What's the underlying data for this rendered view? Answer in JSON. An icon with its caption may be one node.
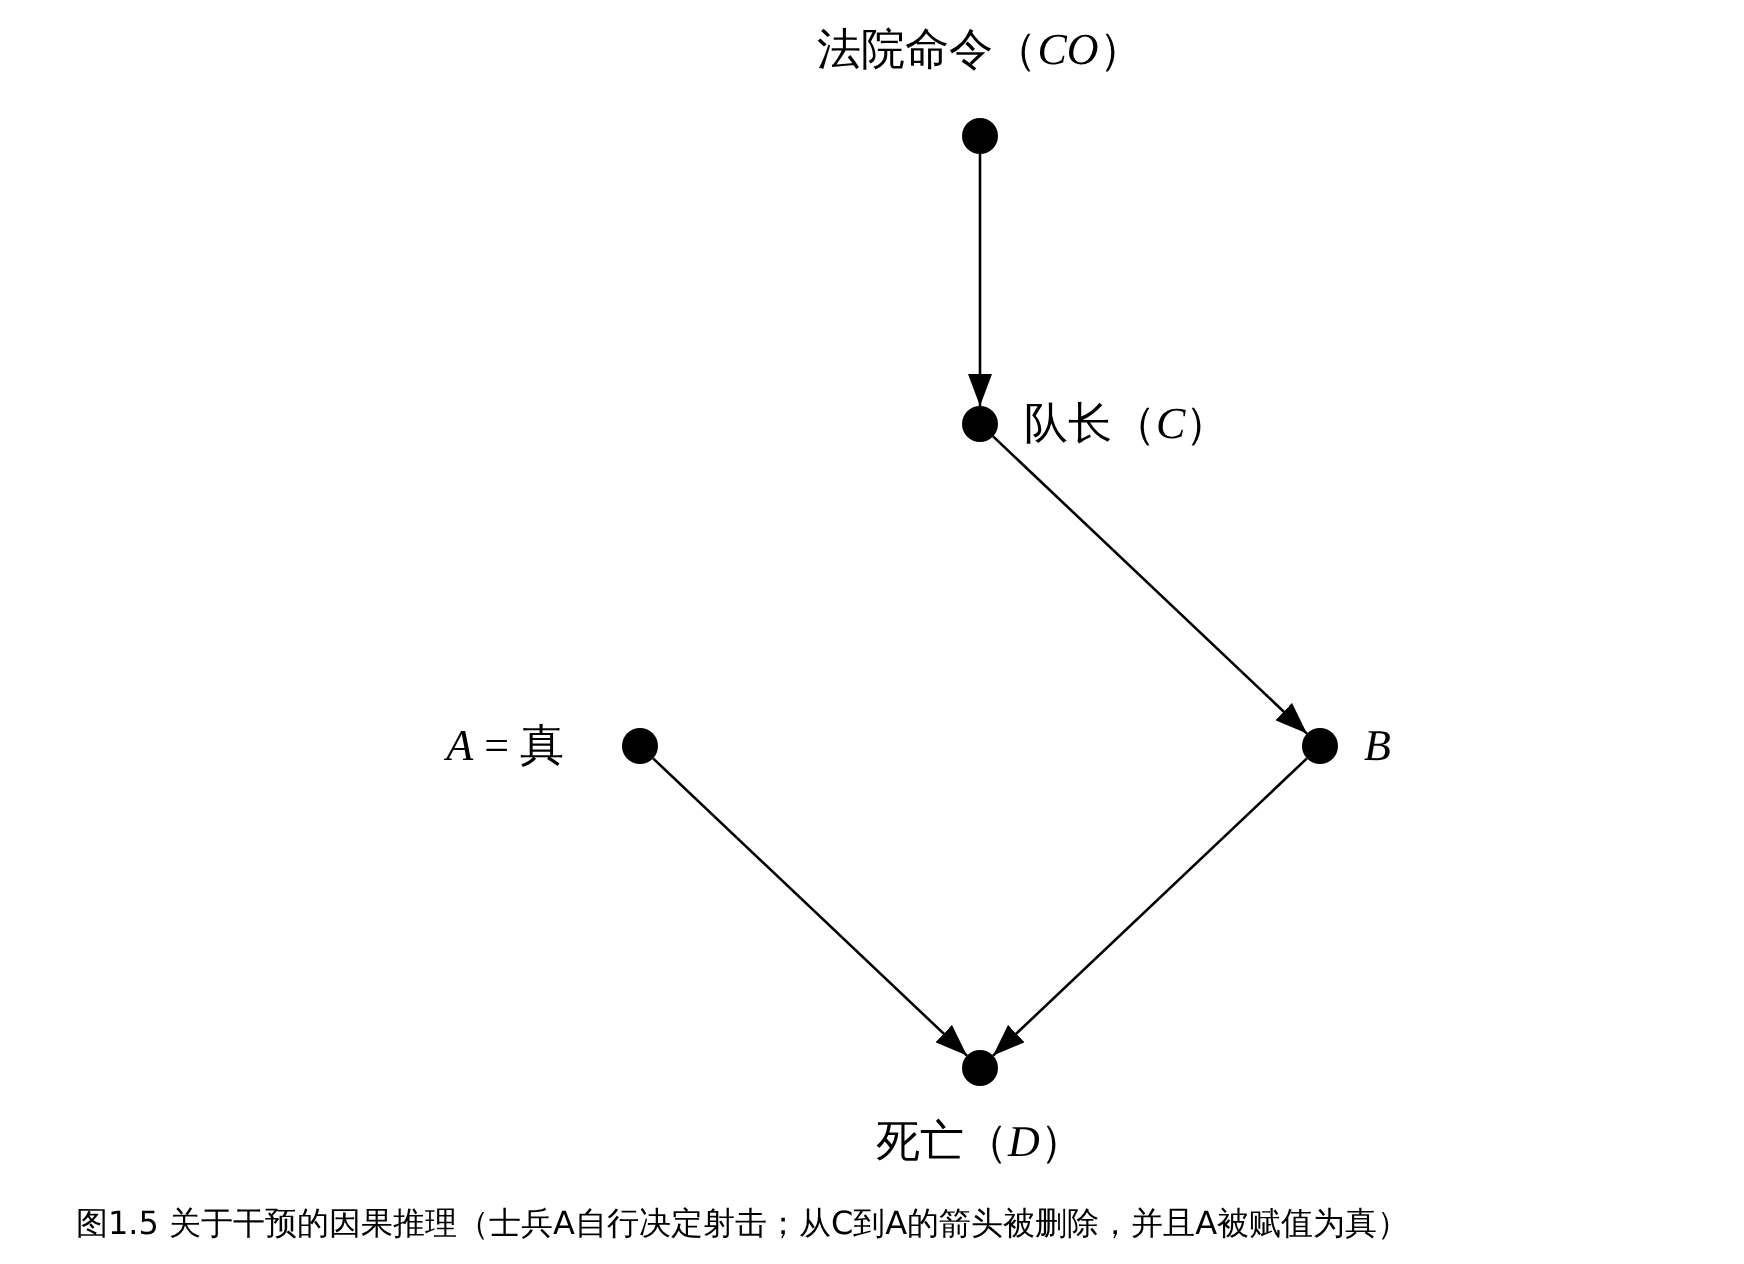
{
  "diagram": {
    "caption": "图1.5 关于干预的因果推理（士兵A自行决定射击；从C到A的箭头被删除，并且A被赋值为真）",
    "nodes": [
      {
        "text": [],
        "shape": "circle",
        "beside": [
          "法院命令（*CO*）"
        ]
      },
      {
        "text": [],
        "shape": "circle",
        "beside": [
          "队长（*C*）"
        ]
      },
      {
        "text": [],
        "shape": "circle",
        "beside": [
          "*A* = 真"
        ]
      },
      {
        "text": [],
        "shape": "circle",
        "beside": [
          "*B*"
        ]
      },
      {
        "text": [],
        "shape": "circle",
        "beside": [
          "死亡（*D*）"
        ]
      }
    ],
    "edges": [
      {
        "from": 0,
        "to": 1,
        "arrow": "to"
      },
      {
        "from": 1,
        "to": 3,
        "arrow": "to"
      },
      {
        "from": 2,
        "to": 4,
        "arrow": "to"
      },
      {
        "from": 3,
        "to": 4,
        "arrow": "to"
      }
    ]
  }
}
